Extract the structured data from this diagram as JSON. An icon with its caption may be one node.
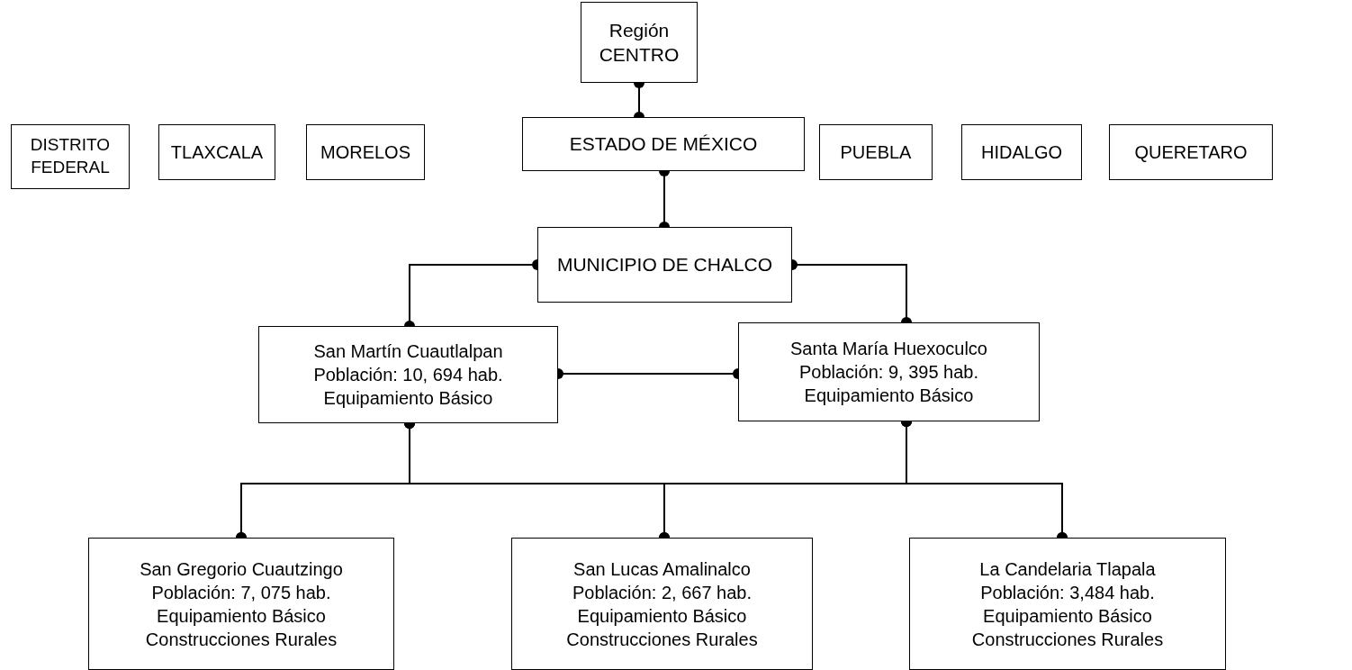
{
  "diagram": {
    "nodes": [
      {
        "text": [
          "Región CENTRO"
        ]
      },
      {
        "text": [
          "DISTRITO FEDERAL"
        ]
      },
      {
        "text": [
          "TLAXCALA"
        ]
      },
      {
        "text": [
          "MORELOS"
        ]
      },
      {
        "text": [
          "ESTADO DE MÉXICO"
        ]
      },
      {
        "text": [
          "PUEBLA"
        ]
      },
      {
        "text": [
          "HIDALGO"
        ]
      },
      {
        "text": [
          "QUERETARO"
        ]
      },
      {
        "text": [
          "MUNICIPIO DE CHALCO"
        ]
      },
      {
        "text": [
          "San Martín Cuautlalpan",
          "Población: 10, 694 hab.",
          "Equipamiento Básico"
        ]
      },
      {
        "text": [
          "Santa María Huexoculco",
          "Población: 9, 395 hab.",
          "Equipamiento Básico"
        ]
      },
      {
        "text": [
          "San Gregorio Cuautzingo",
          "Población: 7, 075 hab.",
          "Equipamiento Básico",
          "Construcciones Rurales"
        ]
      },
      {
        "text": [
          "San Lucas Amalinalco",
          "Población: 2, 667 hab.",
          "Equipamiento Básico",
          "Construcciones Rurales"
        ]
      },
      {
        "text": [
          "La Candelaria Tlapala",
          "Población: 3,484 hab.",
          "Equipamiento Básico",
          "Construcciones Rurales"
        ]
      }
    ],
    "edges": [
      {
        "from": 0,
        "to": 4,
        "arrow": "other"
      },
      {
        "from": 4,
        "to": 8,
        "arrow": "other"
      },
      {
        "from": 8,
        "to": 9,
        "arrow": "other"
      },
      {
        "from": 8,
        "to": 10,
        "arrow": "other"
      },
      {
        "from": 9,
        "to": 10,
        "arrow": "other"
      },
      {
        "from": 9,
        "to": 11,
        "arrow": "other"
      },
      {
        "from": 9,
        "to": 12,
        "arrow": "other"
      },
      {
        "from": 9,
        "to": 13,
        "arrow": "other"
      },
      {
        "from": 10,
        "to": 11,
        "arrow": "other"
      },
      {
        "from": 10,
        "to": 12,
        "arrow": "other"
      },
      {
        "from": 10,
        "to": 13,
        "arrow": "other"
      }
    ]
  }
}
